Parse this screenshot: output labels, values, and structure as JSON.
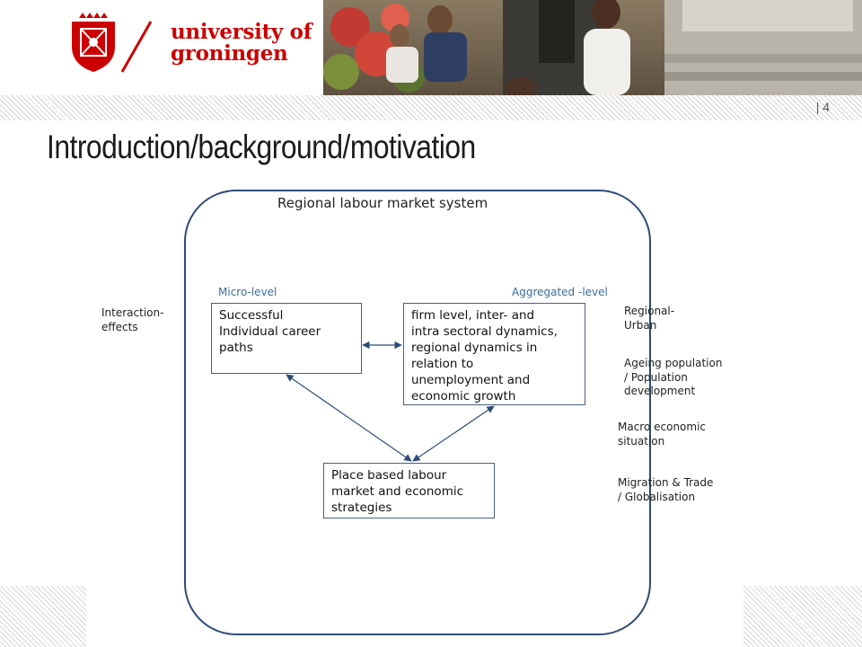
{
  "header": {
    "brand": {
      "line1": "university of",
      "line2": "groningen",
      "color": "#cc0000",
      "crest_icon": "university-crest-icon"
    },
    "slide_number": "| 4"
  },
  "slide": {
    "title": "Introduction/background/motivation"
  },
  "diagram": {
    "system_label": "Regional labour market system",
    "micro_label": "Micro-level",
    "aggregated_label": "Aggregated -level",
    "boxes": {
      "career": {
        "lines": [
          "Successful",
          "Individual career",
          "paths"
        ]
      },
      "firm": {
        "lines": [
          "firm level, inter- and",
          "intra sectoral dynamics,",
          "regional dynamics in",
          "relation to",
          "unemployment and",
          "economic growth"
        ]
      },
      "place": {
        "lines": [
          "Place based labour",
          "market and economic",
          "strategies"
        ]
      }
    },
    "interaction_effects": {
      "lines": [
        "Interaction-",
        "effects"
      ]
    },
    "external_factors": [
      {
        "lines": [
          "Regional-",
          "Urban"
        ]
      },
      {
        "lines": [
          "Ageing population",
          "/ Population",
          "development"
        ]
      },
      {
        "lines": [
          "Macro economic",
          "situation"
        ]
      },
      {
        "lines": [
          "Migration & Trade",
          "/ Globalisation"
        ]
      }
    ],
    "colors": {
      "frame": "#2d4b78",
      "arrow": "#2d4b78",
      "level_label": "#3e6c9a"
    }
  }
}
